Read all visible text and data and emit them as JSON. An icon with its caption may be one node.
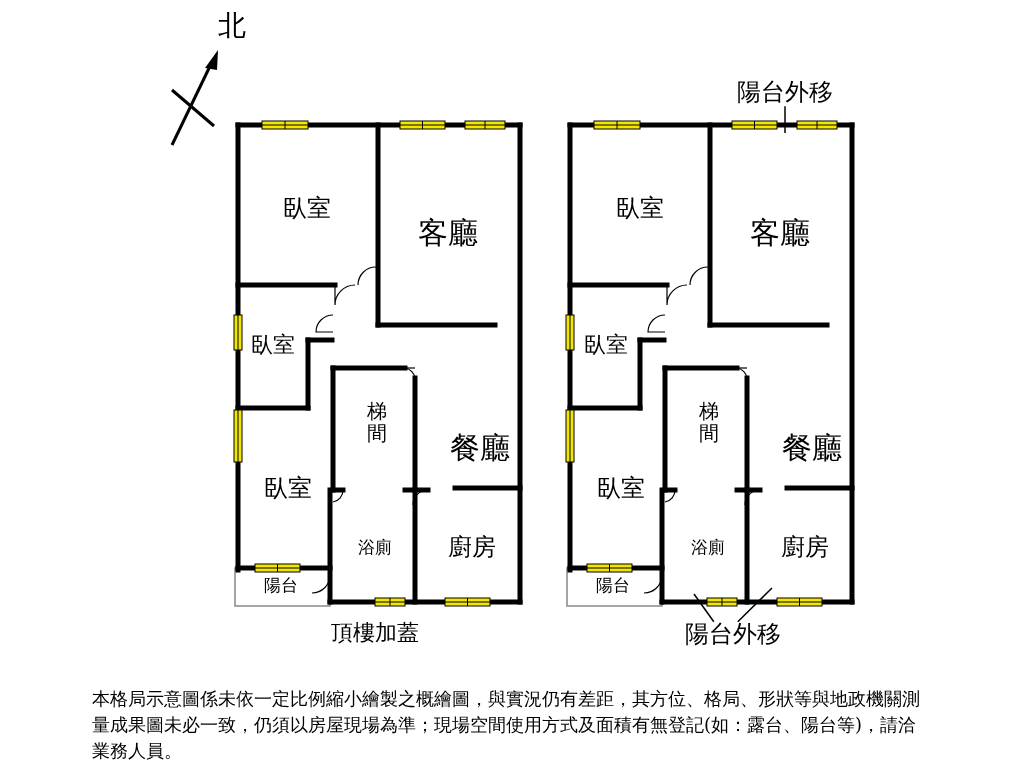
{
  "diagram": {
    "caption": "本格局示意圖係未依一定比例縮小繪製之概繪圖，與實況仍有差距，其方位、格局、形狀等與地政機關測量成果圖未必一致，仍須以房屋現場為準；現場空間使用方式及面積有無登記(如：露台、陽台等)，請洽業務人員。",
    "nodes": [
      {
        "text": [
          "陽台外移"
        ]
      },
      {
        "text": [
          "陽台外移"
        ]
      }
    ],
    "edges": [
      {
        "from": 0,
        "to": null,
        "arrow": "none"
      },
      {
        "from": 1,
        "to": null,
        "arrow": "none"
      },
      {
        "from": 1,
        "to": null,
        "arrow": "none"
      }
    ],
    "labels": [
      "北",
      "臥室",
      "客廳",
      "臥室",
      "梯間",
      "餐廳",
      "臥室",
      "浴廁",
      "廚房",
      "陽台",
      "頂樓加蓋",
      "臥室",
      "客廳",
      "臥室",
      "梯間",
      "餐廳",
      "臥室",
      "浴廁",
      "廚房",
      "陽台"
    ]
  }
}
